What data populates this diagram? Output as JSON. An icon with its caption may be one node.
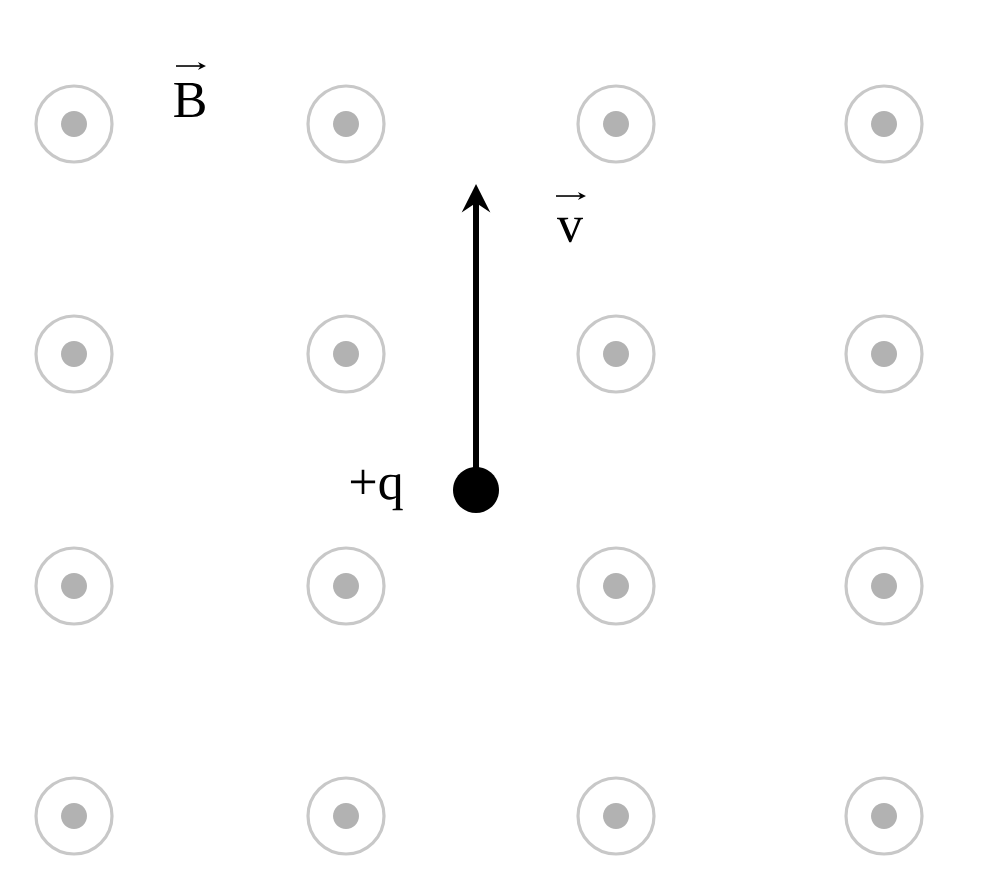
{
  "diagram": {
    "labels": [
      "B",
      "v",
      "+q"
    ]
  }
}
